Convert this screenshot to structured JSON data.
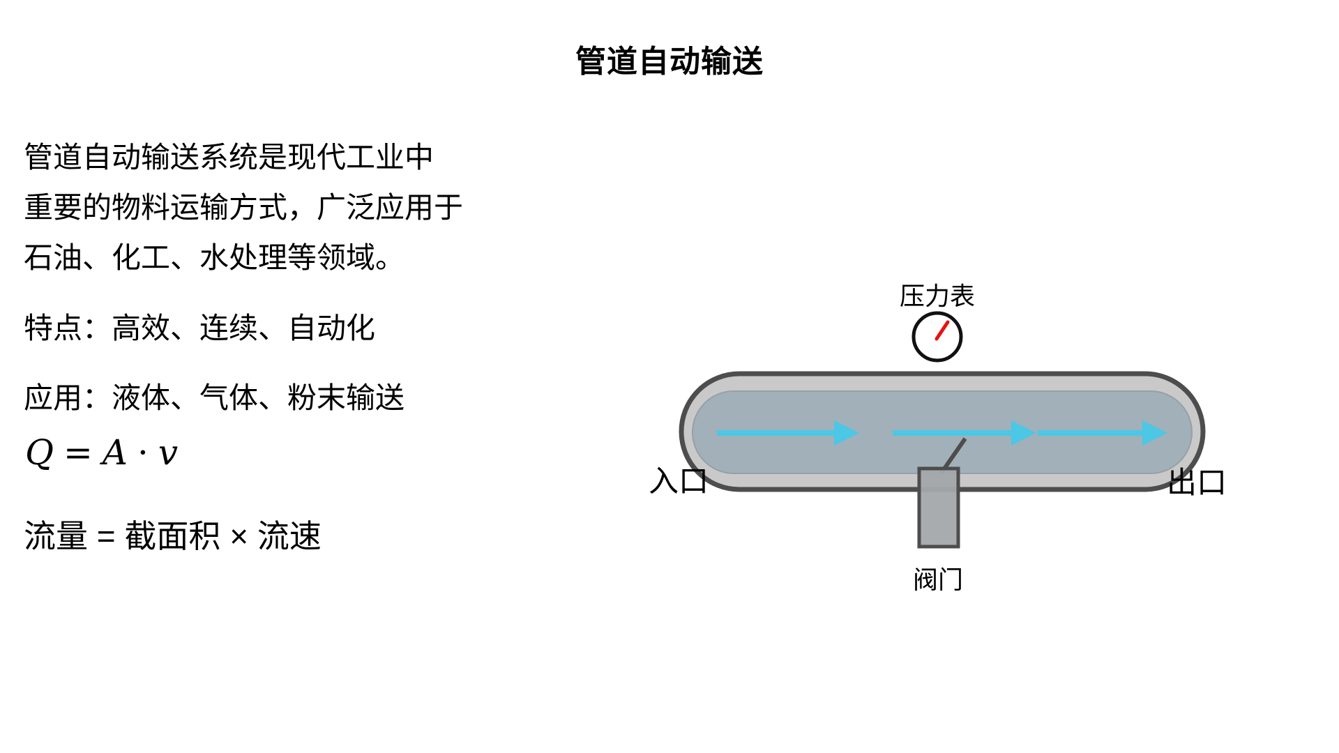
{
  "title": "管道自动输送",
  "intro_lines": [
    "管道自动输送系统是现代工业中",
    "重要的物料运输方式，广泛应用于",
    "石油、化工、水处理等领域。"
  ],
  "features_line": "特点：高效、连续、自动化",
  "applications_line": "应用：液体、气体、粉末输送",
  "formula": {
    "lhs": "Q",
    "equals": "=",
    "factor_a": "A",
    "dot": "·",
    "factor_v": "v"
  },
  "formula_text": "流量 = 截面积 × 流速",
  "diagram": {
    "pressure_gauge_label": "压力表",
    "inlet_label": "入口",
    "outlet_label": "出口",
    "valve_label": "阀门",
    "colors": {
      "flow_arrow": "#4cc7e5",
      "needle": "#e81111",
      "pipe_wall": "#c9c9c9",
      "fluid": "#a2b0b9",
      "fluid_edge": "#97a0a5",
      "pipe_outline": "#4d4d4d",
      "gauge_outline": "#111111",
      "valve_fill": "#a3a8ab"
    }
  }
}
